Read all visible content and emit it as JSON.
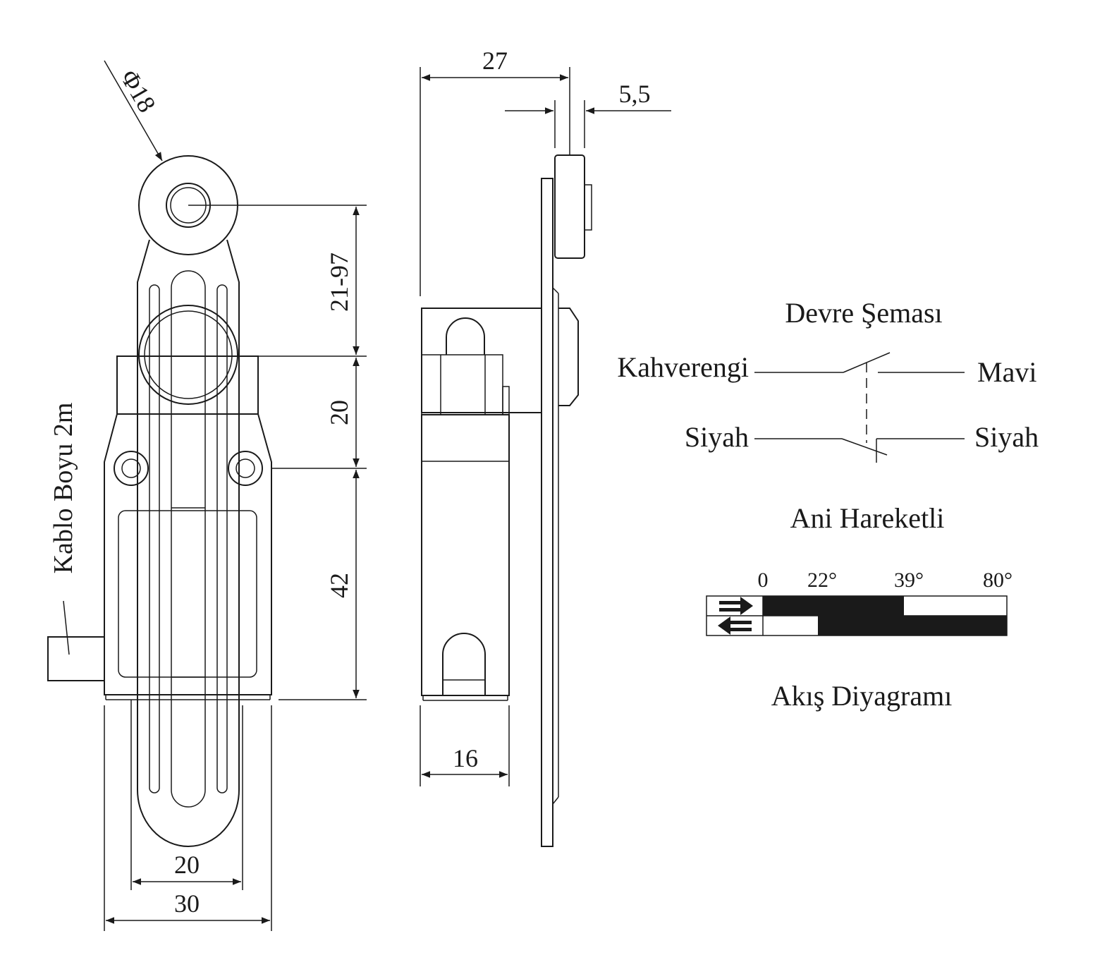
{
  "dimensions": {
    "diameter": "Φ18",
    "lever_length": "21-97",
    "upper_gap": "20",
    "body_height": "42",
    "inner_width": "20",
    "outer_width": "30",
    "side_depth": "27",
    "roller_width": "5,5",
    "body_depth": "16"
  },
  "cable_label": "Kablo Boyu 2m",
  "circuit": {
    "title": "Devre Şeması",
    "top_left": "Kahverengi",
    "top_right": "Mavi",
    "bottom_left": "Siyah",
    "bottom_right": "Siyah",
    "mode": "Ani Hareketli"
  },
  "flow": {
    "title": "Akış Diyagramı",
    "ticks": [
      "0",
      "22°",
      "39°",
      "80°"
    ]
  }
}
